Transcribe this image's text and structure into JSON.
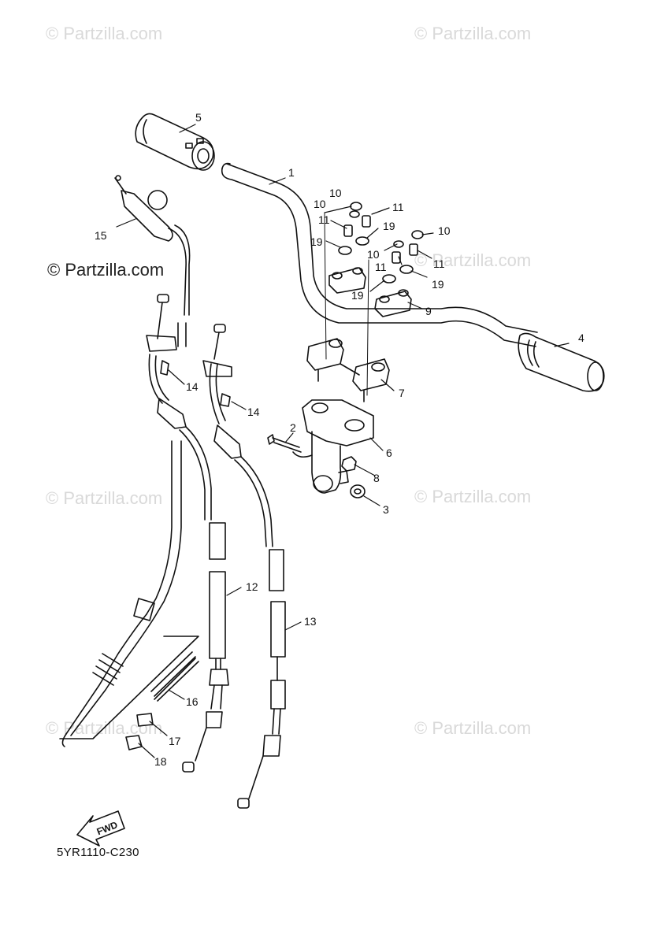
{
  "watermarks": {
    "top_left": "© Partzilla.com",
    "top_right": "© Partzilla.com",
    "mid_left": "© Partzilla.com",
    "mid_right": "© Partzilla.com",
    "lower_left": "© Partzilla.com",
    "lower_right": "© Partzilla.com",
    "bottom_left": "© Partzilla.com",
    "bottom_right": "© Partzilla.com"
  },
  "diagram_code": "5YR1110-C230",
  "fwd_label": "FWD",
  "callouts": [
    {
      "id": "1",
      "label": "1"
    },
    {
      "id": "2",
      "label": "2"
    },
    {
      "id": "3",
      "label": "3"
    },
    {
      "id": "4",
      "label": "4"
    },
    {
      "id": "5",
      "label": "5"
    },
    {
      "id": "6",
      "label": "6"
    },
    {
      "id": "7",
      "label": "7"
    },
    {
      "id": "8",
      "label": "8"
    },
    {
      "id": "9",
      "label": "9"
    },
    {
      "id": "10a",
      "label": "10"
    },
    {
      "id": "10b",
      "label": "10"
    },
    {
      "id": "10c",
      "label": "10"
    },
    {
      "id": "10d",
      "label": "10"
    },
    {
      "id": "11a",
      "label": "11"
    },
    {
      "id": "11b",
      "label": "11"
    },
    {
      "id": "11c",
      "label": "11"
    },
    {
      "id": "11d",
      "label": "11"
    },
    {
      "id": "12",
      "label": "12"
    },
    {
      "id": "13",
      "label": "13"
    },
    {
      "id": "14a",
      "label": "14"
    },
    {
      "id": "14b",
      "label": "14"
    },
    {
      "id": "15",
      "label": "15"
    },
    {
      "id": "16",
      "label": "16"
    },
    {
      "id": "17",
      "label": "17"
    },
    {
      "id": "18",
      "label": "18"
    },
    {
      "id": "19a",
      "label": "19"
    },
    {
      "id": "19b",
      "label": "19"
    },
    {
      "id": "19c",
      "label": "19"
    },
    {
      "id": "19d",
      "label": "19"
    }
  ]
}
